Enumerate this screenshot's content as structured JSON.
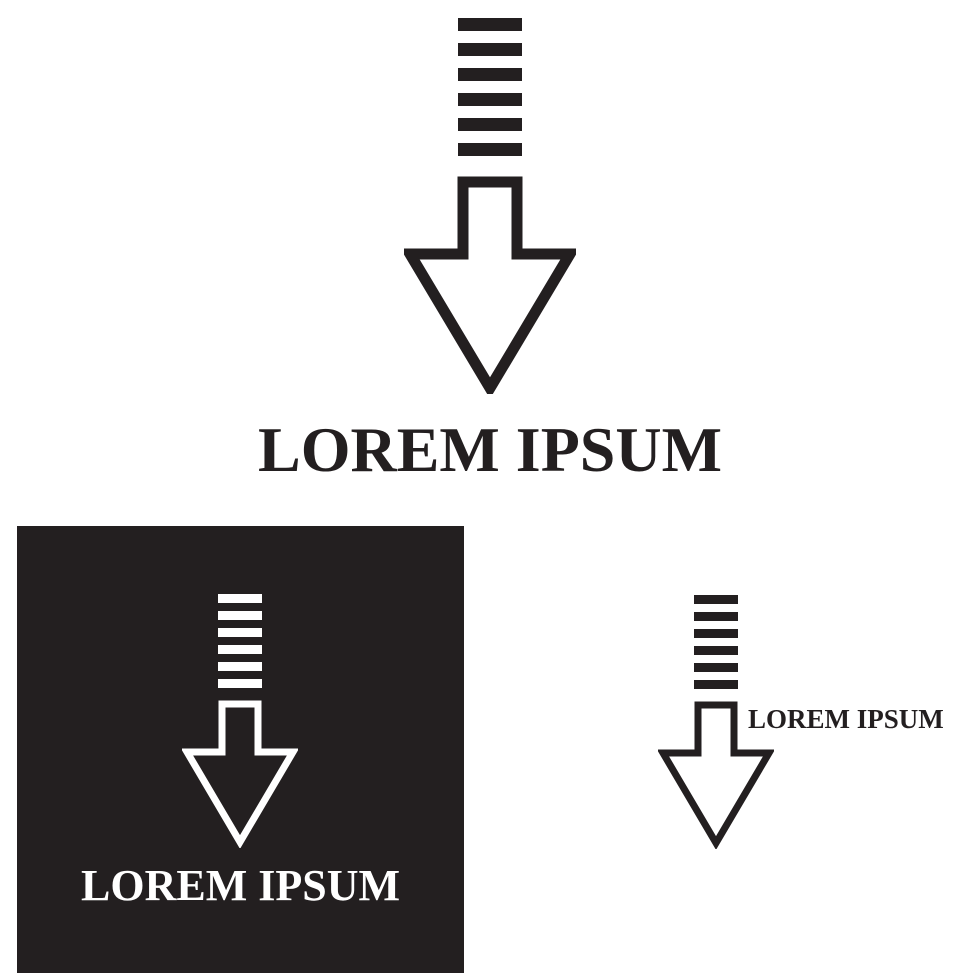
{
  "colors": {
    "ink": "#231f20",
    "background": "#ffffff",
    "panel": "#231f20",
    "panel_ink": "#ffffff"
  },
  "logos": {
    "large": {
      "icon": "down-arrow-icon",
      "text": "LOREM IPSUM"
    },
    "dark": {
      "icon": "down-arrow-icon",
      "text": "LOREM IPSUM"
    },
    "small": {
      "icon": "down-arrow-icon",
      "text": "LOREM IPSUM"
    }
  }
}
